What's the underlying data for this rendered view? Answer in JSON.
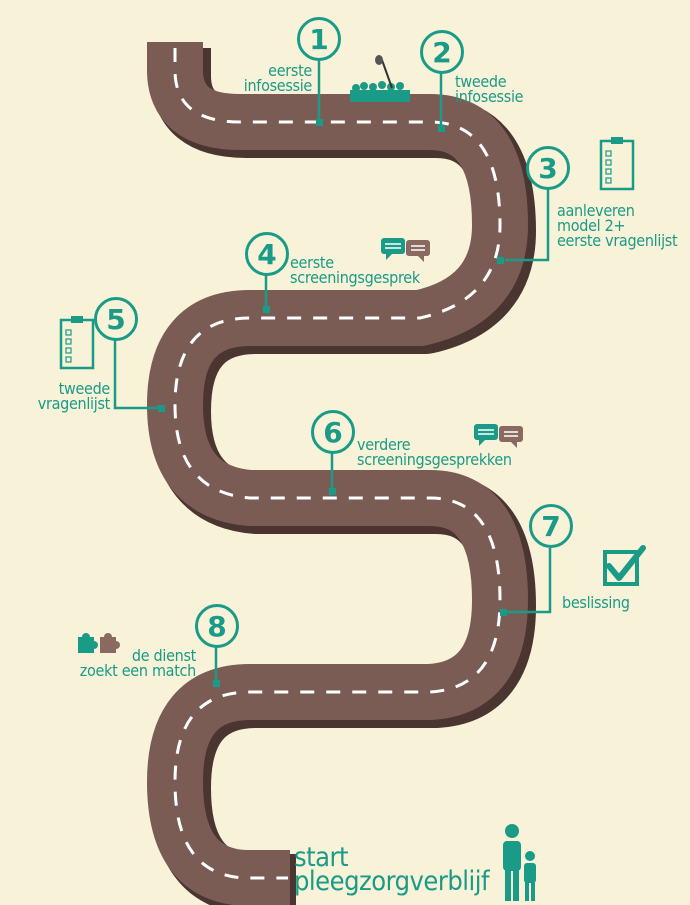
{
  "steps": [
    {
      "number": "1",
      "lines": [
        "eerste",
        "infosessie"
      ]
    },
    {
      "number": "2",
      "lines": [
        "tweede",
        "infosessie"
      ]
    },
    {
      "number": "3",
      "lines": [
        "aanleveren",
        "model 2+",
        "eerste vragenlijst"
      ]
    },
    {
      "number": "4",
      "lines": [
        "eerste",
        "screeningsgesprek"
      ]
    },
    {
      "number": "5",
      "lines": [
        "tweede",
        "vragenlijst"
      ]
    },
    {
      "number": "6",
      "lines": [
        "verdere",
        "screeningsgesprekken"
      ]
    },
    {
      "number": "7",
      "lines": [
        "beslissing"
      ]
    },
    {
      "number": "8",
      "lines": [
        "de dienst",
        "zoekt een match"
      ]
    }
  ],
  "finish": {
    "line1": "start",
    "line2": "pleegzorgverblijf"
  },
  "colors": {
    "road": "#7a5c55",
    "road_edge": "#4a3531",
    "accent": "#1a9b87",
    "background": "#f8f2d8"
  },
  "icons": [
    "microphone-crowd-icon",
    "clipboard-checklist-icon",
    "speech-bubbles-icon",
    "checkbox-check-icon",
    "puzzle-pieces-icon",
    "parent-child-icon"
  ]
}
